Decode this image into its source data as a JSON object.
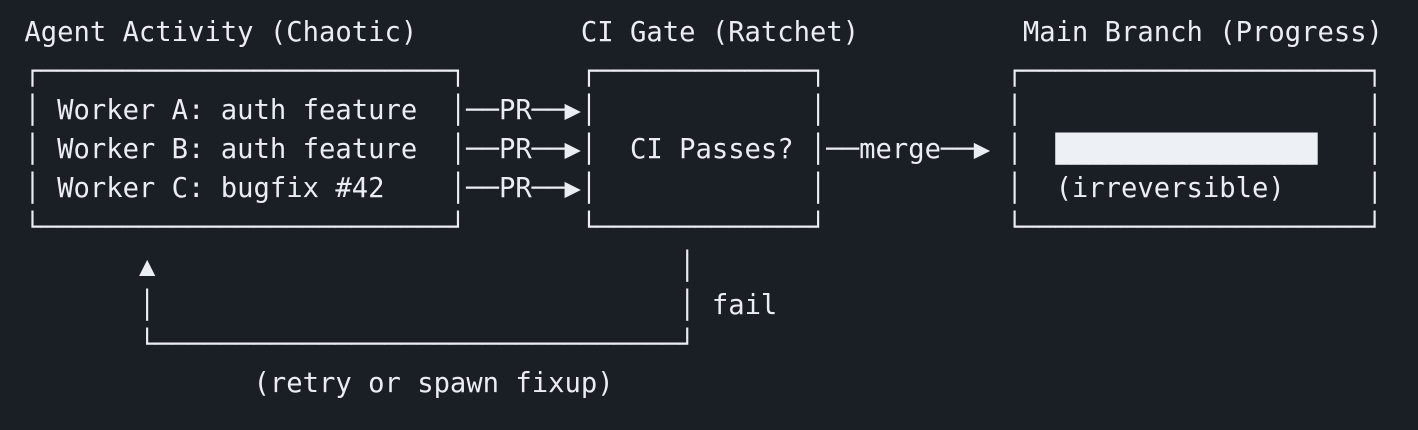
{
  "colors": {
    "background": "#1a1f26",
    "foreground": "#eaeef3",
    "progress_bar_fill": "#edf0f4"
  },
  "columns": {
    "agents": {
      "title": "Agent Activity (Chaotic)",
      "workers": [
        "Worker A: auth feature",
        "Worker B: auth feature",
        "Worker C: bugfix #42"
      ]
    },
    "ci_gate": {
      "title": "CI Gate (Ratchet)",
      "question": "CI Passes?"
    },
    "main_branch": {
      "title": "Main Branch (Progress)",
      "progress_bar": "████████████████",
      "note": "(irreversible)"
    }
  },
  "arrows": {
    "pr": "──PR──▶",
    "merge": "──merge──▶",
    "fail_label": "fail",
    "retry_label": "(retry or spawn fixup)",
    "up_arrowhead": "▲"
  },
  "art": {
    "agent_box_top": "┌─────────────────────────┐",
    "agent_box_bottom": "└─────────────────────────┘",
    "ci_box_top": "┌─────────────┐",
    "ci_box_bottom": "└─────────────┘",
    "main_box_top": "┌─────────────────────┐",
    "main_box_bottom": "└─────────────────────┘",
    "retry_loop_bottom": "└────────────────────────────────┘",
    "vertical_segment": "│"
  }
}
